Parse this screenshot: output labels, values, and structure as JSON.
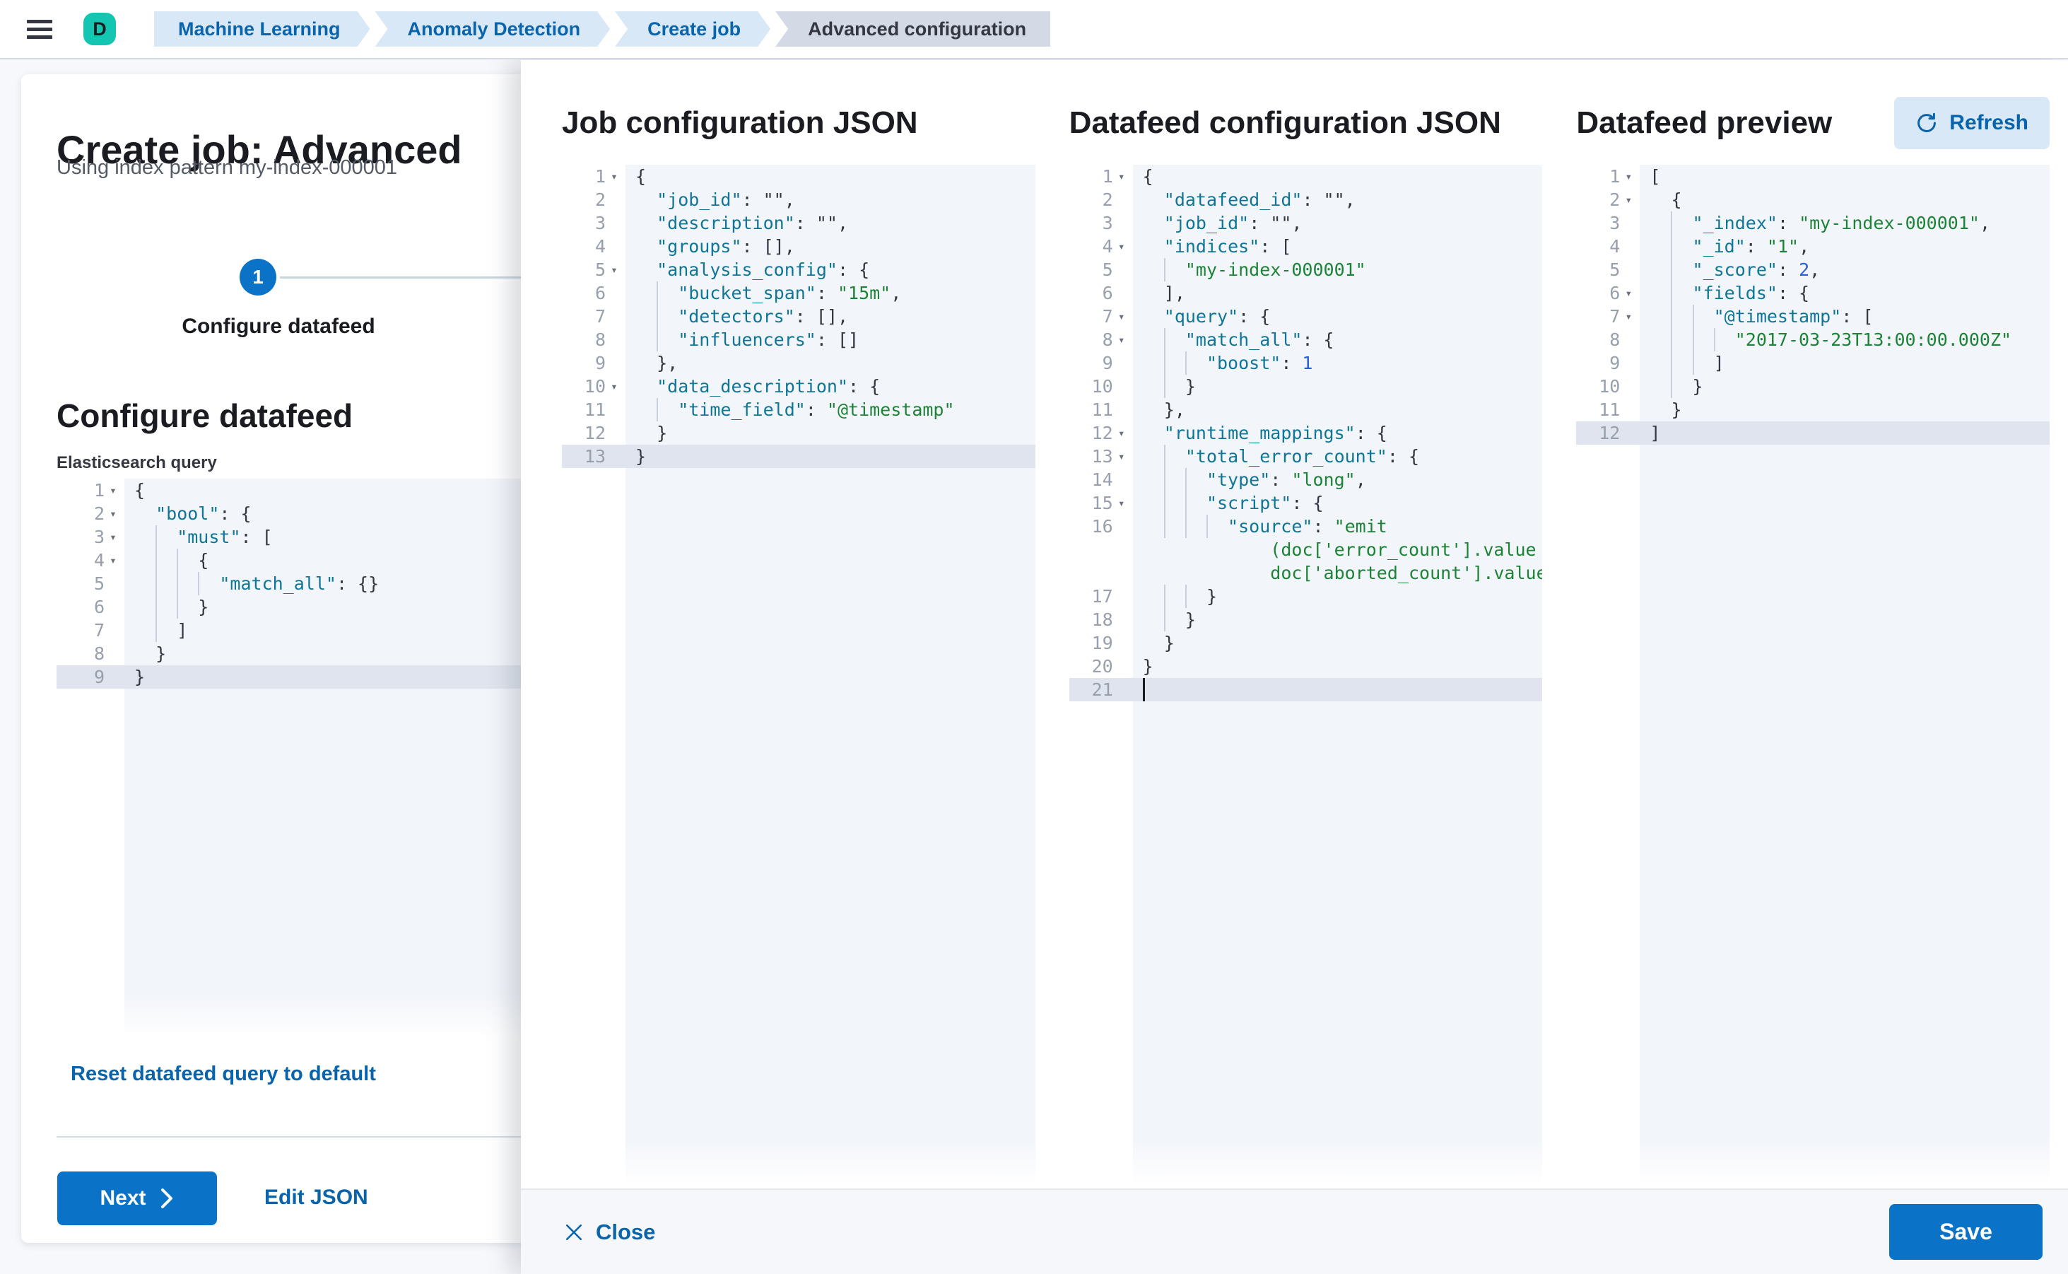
{
  "colors": {
    "primary_button": "#0a73c8",
    "link": "#0a64ab",
    "breadcrumb_bg": "#d9e8f7",
    "breadcrumb_current_bg": "#d3dae6",
    "avatar_bg": "#14c6b2",
    "refresh_bg": "#d9e8f7",
    "editor_bg": "#f2f5fa",
    "editor_active_line": "#dfe4ee",
    "code_key": "#0f7697",
    "code_string": "#1d8437",
    "code_number": "#2a5fd1",
    "code_punct": "#343741"
  },
  "header": {
    "avatar_initial": "D",
    "breadcrumbs": [
      {
        "label": "Machine Learning",
        "current": false
      },
      {
        "label": "Anomaly Detection",
        "current": false
      },
      {
        "label": "Create job",
        "current": false
      },
      {
        "label": "Advanced configuration",
        "current": true
      }
    ]
  },
  "wizard": {
    "title": "Create job: Advanced",
    "subtitle": "Using index pattern my-index-000001",
    "step": {
      "number": "1",
      "label": "Configure datafeed"
    },
    "section_title": "Configure datafeed",
    "query_label": "Elasticsearch query",
    "reset_label": "Reset datafeed query to default",
    "next_label": "Next",
    "edit_json_label": "Edit JSON",
    "query_editor": {
      "lines": [
        {
          "n": 1,
          "fold": true,
          "ind": 0,
          "tok": [
            [
              "p",
              "{"
            ]
          ]
        },
        {
          "n": 2,
          "fold": true,
          "ind": 1,
          "tok": [
            [
              "k",
              "\"bool\""
            ],
            [
              "p",
              ": {"
            ]
          ]
        },
        {
          "n": 3,
          "fold": true,
          "ind": 2,
          "tok": [
            [
              "k",
              "\"must\""
            ],
            [
              "p",
              ": ["
            ]
          ]
        },
        {
          "n": 4,
          "fold": true,
          "ind": 3,
          "tok": [
            [
              "p",
              "{"
            ]
          ]
        },
        {
          "n": 5,
          "ind": 4,
          "tok": [
            [
              "k",
              "\"match_all\""
            ],
            [
              "p",
              ": {}"
            ]
          ]
        },
        {
          "n": 6,
          "ind": 3,
          "tok": [
            [
              "p",
              "}"
            ]
          ]
        },
        {
          "n": 7,
          "ind": 2,
          "tok": [
            [
              "p",
              "]"
            ]
          ]
        },
        {
          "n": 8,
          "ind": 1,
          "tok": [
            [
              "p",
              "}"
            ]
          ]
        },
        {
          "n": 9,
          "ind": 0,
          "hl": true,
          "tok": [
            [
              "p",
              "}"
            ]
          ]
        }
      ]
    }
  },
  "flyout": {
    "close_label": "Close",
    "save_label": "Save",
    "panels": [
      {
        "title": "Job configuration JSON",
        "editor": {
          "lines": [
            {
              "n": 1,
              "fold": true,
              "ind": 0,
              "tok": [
                [
                  "p",
                  "{"
                ]
              ]
            },
            {
              "n": 2,
              "ind": 1,
              "tok": [
                [
                  "k",
                  "\"job_id\""
                ],
                [
                  "p",
                  ": \"\","
                ]
              ]
            },
            {
              "n": 3,
              "ind": 1,
              "tok": [
                [
                  "k",
                  "\"description\""
                ],
                [
                  "p",
                  ": \"\","
                ]
              ]
            },
            {
              "n": 4,
              "ind": 1,
              "tok": [
                [
                  "k",
                  "\"groups\""
                ],
                [
                  "p",
                  ": [],"
                ]
              ]
            },
            {
              "n": 5,
              "fold": true,
              "ind": 1,
              "tok": [
                [
                  "k",
                  "\"analysis_config\""
                ],
                [
                  "p",
                  ": {"
                ]
              ]
            },
            {
              "n": 6,
              "ind": 2,
              "tok": [
                [
                  "k",
                  "\"bucket_span\""
                ],
                [
                  "p",
                  ": "
                ],
                [
                  "s",
                  "\"15m\""
                ],
                [
                  "p",
                  ","
                ]
              ]
            },
            {
              "n": 7,
              "ind": 2,
              "tok": [
                [
                  "k",
                  "\"detectors\""
                ],
                [
                  "p",
                  ": [],"
                ]
              ]
            },
            {
              "n": 8,
              "ind": 2,
              "tok": [
                [
                  "k",
                  "\"influencers\""
                ],
                [
                  "p",
                  ": []"
                ]
              ]
            },
            {
              "n": 9,
              "ind": 1,
              "tok": [
                [
                  "p",
                  "},"
                ]
              ]
            },
            {
              "n": 10,
              "fold": true,
              "ind": 1,
              "tok": [
                [
                  "k",
                  "\"data_description\""
                ],
                [
                  "p",
                  ": {"
                ]
              ]
            },
            {
              "n": 11,
              "ind": 2,
              "tok": [
                [
                  "k",
                  "\"time_field\""
                ],
                [
                  "p",
                  ": "
                ],
                [
                  "s",
                  "\"@timestamp\""
                ]
              ]
            },
            {
              "n": 12,
              "ind": 1,
              "tok": [
                [
                  "p",
                  "}"
                ]
              ]
            },
            {
              "n": 13,
              "ind": 0,
              "hl": true,
              "tok": [
                [
                  "p",
                  "}"
                ]
              ]
            }
          ]
        }
      },
      {
        "title": "Datafeed configuration JSON",
        "editor": {
          "lines": [
            {
              "n": 1,
              "fold": true,
              "ind": 0,
              "tok": [
                [
                  "p",
                  "{"
                ]
              ]
            },
            {
              "n": 2,
              "ind": 1,
              "tok": [
                [
                  "k",
                  "\"datafeed_id\""
                ],
                [
                  "p",
                  ": \"\","
                ]
              ]
            },
            {
              "n": 3,
              "ind": 1,
              "tok": [
                [
                  "k",
                  "\"job_id\""
                ],
                [
                  "p",
                  ": \"\","
                ]
              ]
            },
            {
              "n": 4,
              "fold": true,
              "ind": 1,
              "tok": [
                [
                  "k",
                  "\"indices\""
                ],
                [
                  "p",
                  ": ["
                ]
              ]
            },
            {
              "n": 5,
              "ind": 2,
              "tok": [
                [
                  "s",
                  "\"my-index-000001\""
                ]
              ]
            },
            {
              "n": 6,
              "ind": 1,
              "tok": [
                [
                  "p",
                  "],"
                ]
              ]
            },
            {
              "n": 7,
              "fold": true,
              "ind": 1,
              "tok": [
                [
                  "k",
                  "\"query\""
                ],
                [
                  "p",
                  ": {"
                ]
              ]
            },
            {
              "n": 8,
              "fold": true,
              "ind": 2,
              "tok": [
                [
                  "k",
                  "\"match_all\""
                ],
                [
                  "p",
                  ": {"
                ]
              ]
            },
            {
              "n": 9,
              "ind": 3,
              "tok": [
                [
                  "k",
                  "\"boost\""
                ],
                [
                  "p",
                  ": "
                ],
                [
                  "n",
                  "1"
                ]
              ]
            },
            {
              "n": 10,
              "ind": 2,
              "tok": [
                [
                  "p",
                  "}"
                ]
              ]
            },
            {
              "n": 11,
              "ind": 1,
              "tok": [
                [
                  "p",
                  "},"
                ]
              ]
            },
            {
              "n": 12,
              "fold": true,
              "ind": 1,
              "tok": [
                [
                  "k",
                  "\"runtime_mappings\""
                ],
                [
                  "p",
                  ": {"
                ]
              ]
            },
            {
              "n": 13,
              "fold": true,
              "ind": 2,
              "tok": [
                [
                  "k",
                  "\"total_error_count\""
                ],
                [
                  "p",
                  ": {"
                ]
              ]
            },
            {
              "n": 14,
              "ind": 3,
              "tok": [
                [
                  "k",
                  "\"type\""
                ],
                [
                  "p",
                  ": "
                ],
                [
                  "s",
                  "\"long\""
                ],
                [
                  "p",
                  ","
                ]
              ]
            },
            {
              "n": 15,
              "fold": true,
              "ind": 3,
              "tok": [
                [
                  "k",
                  "\"script\""
                ],
                [
                  "p",
                  ": {"
                ]
              ]
            },
            {
              "n": 16,
              "ind": 4,
              "tok": [
                [
                  "k",
                  "\"source\""
                ],
                [
                  "p",
                  ": "
                ],
                [
                  "s",
                  "\"emit"
                ]
              ]
            },
            {
              "n": "",
              "ind": 0,
              "tok": [
                [
                  "sp",
                  "            "
                ],
                [
                  "s",
                  "(doc['error_count'].value +"
                ]
              ]
            },
            {
              "n": "",
              "ind": 0,
              "tok": [
                [
                  "sp",
                  "            "
                ],
                [
                  "s",
                  "doc['aborted_count'].value)\""
                ]
              ]
            },
            {
              "n": 17,
              "ind": 3,
              "tok": [
                [
                  "p",
                  "}"
                ]
              ]
            },
            {
              "n": 18,
              "ind": 2,
              "tok": [
                [
                  "p",
                  "}"
                ]
              ]
            },
            {
              "n": 19,
              "ind": 1,
              "tok": [
                [
                  "p",
                  "}"
                ]
              ]
            },
            {
              "n": 20,
              "ind": 0,
              "tok": [
                [
                  "p",
                  "}"
                ]
              ]
            },
            {
              "n": 21,
              "ind": 0,
              "hl": true,
              "cursor": true,
              "tok": []
            }
          ]
        }
      },
      {
        "title": "Datafeed preview",
        "refresh_label": "Refresh",
        "editor": {
          "lines": [
            {
              "n": 1,
              "fold": true,
              "ind": 0,
              "tok": [
                [
                  "p",
                  "["
                ]
              ]
            },
            {
              "n": 2,
              "fold": true,
              "ind": 1,
              "tok": [
                [
                  "p",
                  "{"
                ]
              ]
            },
            {
              "n": 3,
              "ind": 2,
              "tok": [
                [
                  "k",
                  "\"_index\""
                ],
                [
                  "p",
                  ": "
                ],
                [
                  "s",
                  "\"my-index-000001\""
                ],
                [
                  "p",
                  ","
                ]
              ]
            },
            {
              "n": 4,
              "ind": 2,
              "tok": [
                [
                  "k",
                  "\"_id\""
                ],
                [
                  "p",
                  ": "
                ],
                [
                  "s",
                  "\"1\""
                ],
                [
                  "p",
                  ","
                ]
              ]
            },
            {
              "n": 5,
              "ind": 2,
              "tok": [
                [
                  "k",
                  "\"_score\""
                ],
                [
                  "p",
                  ": "
                ],
                [
                  "n",
                  "2"
                ],
                [
                  "p",
                  ","
                ]
              ]
            },
            {
              "n": 6,
              "fold": true,
              "ind": 2,
              "tok": [
                [
                  "k",
                  "\"fields\""
                ],
                [
                  "p",
                  ": {"
                ]
              ]
            },
            {
              "n": 7,
              "fold": true,
              "ind": 3,
              "tok": [
                [
                  "k",
                  "\"@timestamp\""
                ],
                [
                  "p",
                  ": ["
                ]
              ]
            },
            {
              "n": 8,
              "ind": 4,
              "tok": [
                [
                  "s",
                  "\"2017-03-23T13:00:00.000Z\""
                ]
              ]
            },
            {
              "n": 9,
              "ind": 3,
              "tok": [
                [
                  "p",
                  "]"
                ]
              ]
            },
            {
              "n": 10,
              "ind": 2,
              "tok": [
                [
                  "p",
                  "}"
                ]
              ]
            },
            {
              "n": 11,
              "ind": 1,
              "tok": [
                [
                  "p",
                  "}"
                ]
              ]
            },
            {
              "n": 12,
              "ind": 0,
              "hl": true,
              "tok": [
                [
                  "p",
                  "]"
                ]
              ]
            }
          ]
        }
      }
    ]
  }
}
